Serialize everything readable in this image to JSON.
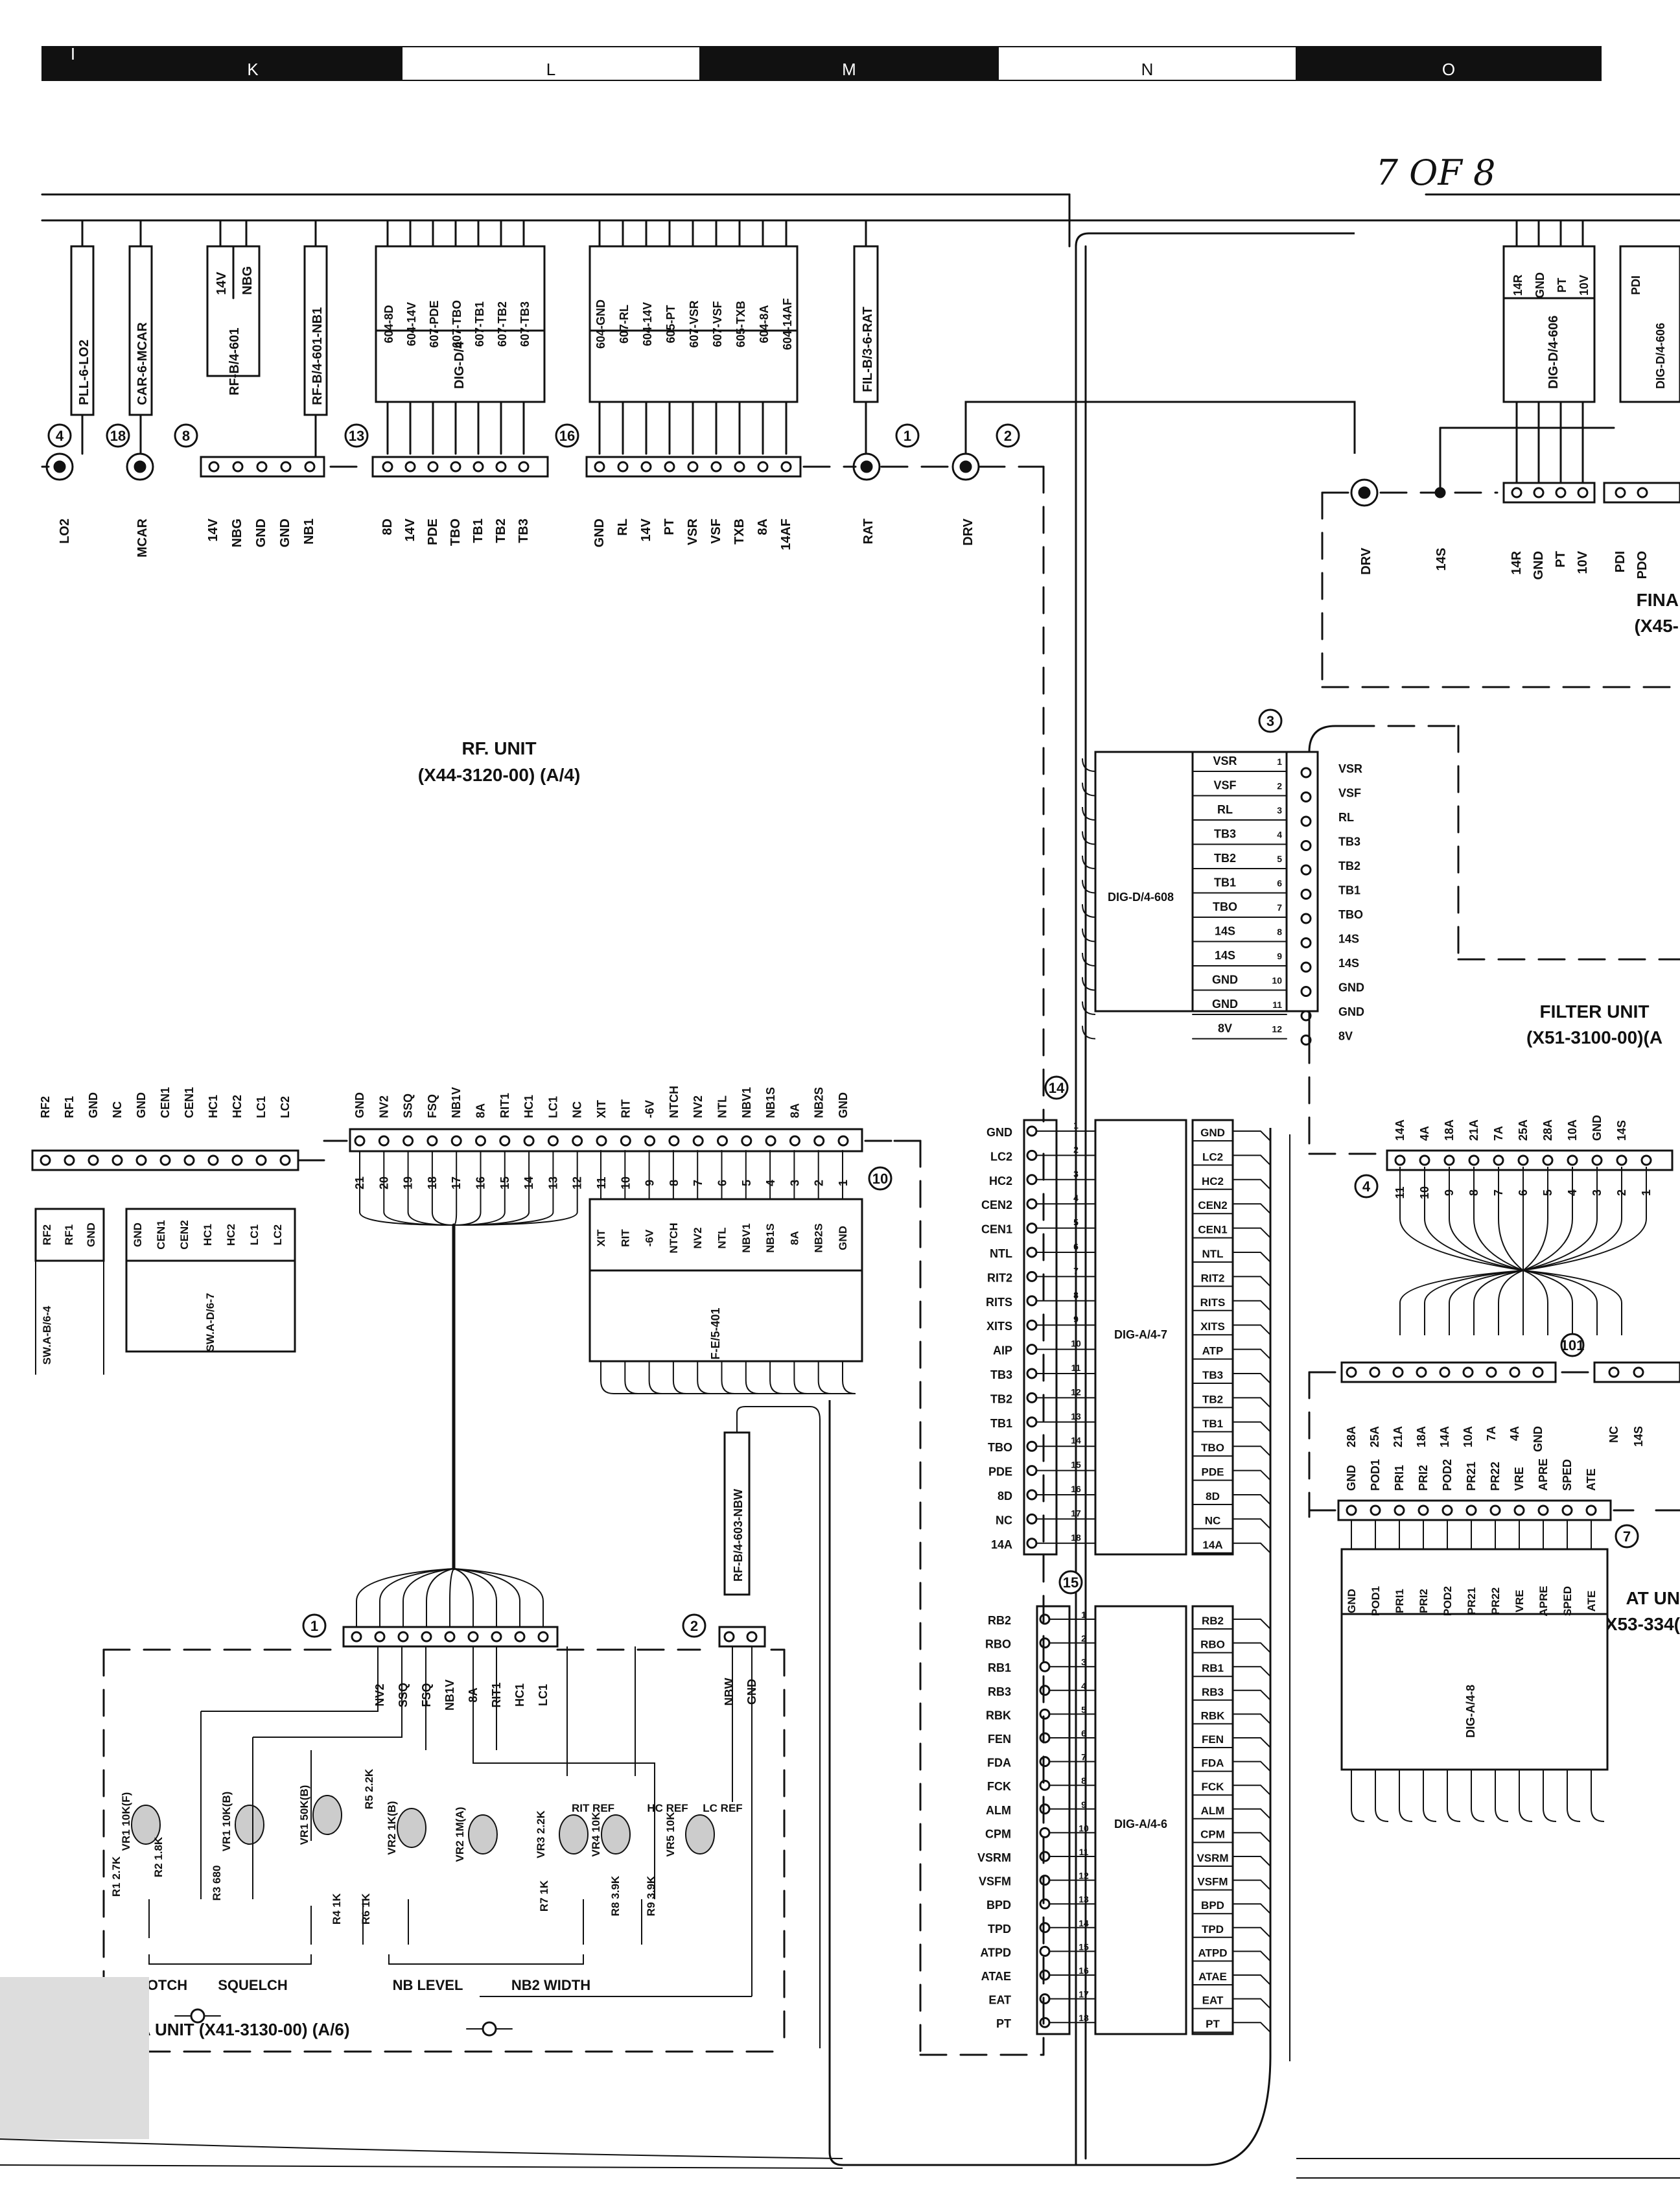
{
  "header": {
    "zones": [
      "I",
      "K",
      "L",
      "M",
      "N",
      "O"
    ],
    "page_note": "7 OF 8"
  },
  "units": {
    "rf_unit": {
      "name": "RF. UNIT",
      "part": "(X44-3120-00) (A/4)"
    },
    "filter_unit": {
      "name": "FILTER UNIT",
      "part": "(X51-3100-00)(A"
    },
    "final_unit": {
      "name": "FINA",
      "part": "(X45-"
    },
    "at_unit": {
      "name": "AT UN",
      "part": "(X53-334("
    },
    "swa_unit": {
      "name": "SW. A UNIT (X41-3130-00) (A/6)"
    }
  },
  "top_connectors": {
    "c4": {
      "num": "4",
      "cable": "PLL-6-LO2",
      "pins": [
        "LO2"
      ]
    },
    "c18": {
      "num": "18",
      "cable": "CAR-6-MCAR",
      "pins": [
        "MCAR"
      ]
    },
    "c8": {
      "num": "8",
      "cable": "RF-B/4-601",
      "box": [
        "14V",
        "NBG"
      ],
      "cable2": "RF-B/4-601-NB1",
      "pins": [
        "14V",
        "NBG",
        "GND",
        "GND",
        "NB1"
      ]
    },
    "c13": {
      "num": "13",
      "cable": "DIG-D/4",
      "box": [
        "604-8D",
        "604-14V",
        "607-PDE",
        "607-TBO",
        "607-TB1",
        "607-TB2",
        "607-TB3"
      ],
      "pins": [
        "8D",
        "14V",
        "PDE",
        "TBO",
        "TB1",
        "TB2",
        "TB3"
      ]
    },
    "c16": {
      "num": "16",
      "cable": "DIG-D/4",
      "box": [
        "604-GND",
        "607-RL",
        "604-14V",
        "605-PT",
        "607-VSR",
        "607-VSF",
        "605-TXB",
        "604-8A",
        "604-14AF"
      ],
      "pins": [
        "GND",
        "RL",
        "14V",
        "PT",
        "VSR",
        "VSF",
        "TXB",
        "8A",
        "14AF"
      ]
    },
    "c1": {
      "num": "1",
      "cable": "FIL-B/3-6-RAT",
      "pins": [
        "RAT"
      ]
    },
    "c2": {
      "num": "2",
      "pins": [
        "DRV"
      ]
    }
  },
  "right_top": {
    "drv": "DRV",
    "v14s": "14S",
    "cable": "DIG-D/4-606",
    "box": [
      "14R",
      "GND",
      "PT",
      "10V"
    ],
    "pins": [
      "14R",
      "GND",
      "PT",
      "10V",
      "PDI",
      "PDO"
    ],
    "box2": [
      "PDI"
    ],
    "cable2": "DIG-D/4-606"
  },
  "filter_conn3": {
    "num": "3",
    "cable": "DIG-D/4-608",
    "signals": [
      "VSR",
      "VSF",
      "RL",
      "TB3",
      "TB2",
      "TB1",
      "TBO",
      "14S",
      "14S",
      "GND",
      "GND",
      "8V"
    ]
  },
  "conn14": {
    "num": "14",
    "cable": "DIG-A/4-7",
    "signals": [
      "GND",
      "LC2",
      "HC2",
      "CEN2",
      "CEN1",
      "NTL",
      "RIT2",
      "RITS",
      "XITS",
      "AIP",
      "TB3",
      "TB2",
      "TB1",
      "TBO",
      "PDE",
      "8D",
      "NC",
      "14A"
    ],
    "right": [
      "GND",
      "LC2",
      "HC2",
      "CEN2",
      "CEN1",
      "NTL",
      "RIT2",
      "RITS",
      "XITS",
      "ATP",
      "TB3",
      "TB2",
      "TB1",
      "TBO",
      "PDE",
      "8D",
      "NC",
      "14A"
    ]
  },
  "conn15": {
    "num": "15",
    "cable": "DIG-A/4-6",
    "signals": [
      "RB2",
      "RBO",
      "RB1",
      "RB3",
      "RBK",
      "FEN",
      "FDA",
      "FCK",
      "ALM",
      "CPM",
      "VSRM",
      "VSFM",
      "BPD",
      "TPD",
      "ATPD",
      "ATAE",
      "EAT",
      "PT"
    ]
  },
  "conn10": {
    "num": "10",
    "top": [
      "GND",
      "NV2",
      "SSQ",
      "FSQ",
      "NB1V",
      "8A",
      "RIT1",
      "HC1",
      "LC1",
      "NC",
      "XIT",
      "RIT",
      "-6V",
      "NTCH",
      "NV2",
      "NTL",
      "NBV1",
      "NB1S",
      "8A",
      "NB2S",
      "GND"
    ],
    "nums": [
      "21",
      "20",
      "19",
      "18",
      "17",
      "16",
      "15",
      "14",
      "13",
      "12",
      "11",
      "10",
      "9",
      "8",
      "7",
      "6",
      "5",
      "4",
      "3",
      "2",
      "1"
    ],
    "cable": "IF-E/5-401",
    "box": [
      "XIT",
      "RIT",
      "-6V",
      "NTCH",
      "NV2",
      "NTL",
      "NBV1",
      "NB1S",
      "8A",
      "NB2S",
      "GND"
    ]
  },
  "left_conn": {
    "top": [
      "RF2",
      "RF1",
      "GND",
      "NC",
      "GND",
      "CEN1",
      "CEN1",
      "HC1",
      "HC2",
      "LC1",
      "LC2"
    ],
    "box1": [
      "RF2",
      "RF1",
      "GND"
    ],
    "cable1": "SW.A-B/6-4",
    "box2": [
      "GND",
      "CEN1",
      "CEN2",
      "HC1",
      "HC2",
      "LC1",
      "LC2"
    ],
    "cable2": "SW.A-D/6-7"
  },
  "conn4_right": {
    "num": "4",
    "top": [
      "14A",
      "4A",
      "18A",
      "21A",
      "7A",
      "25A",
      "28A",
      "10A",
      "GND",
      "14S"
    ],
    "nums": [
      "11",
      "10",
      "9",
      "8",
      "7",
      "6",
      "5",
      "4",
      "3",
      "2",
      "1"
    ]
  },
  "conn101": {
    "num": "101",
    "pins": [
      "28A",
      "25A",
      "21A",
      "18A",
      "14A",
      "10A",
      "7A",
      "4A",
      "GND",
      "NC",
      "14S"
    ]
  },
  "conn7": {
    "num": "7",
    "top": [
      "GND",
      "POD1",
      "PRI1",
      "PRI2",
      "POD2",
      "PR21",
      "PR22",
      "VRE",
      "APRE",
      "SPED",
      "ATE"
    ],
    "cable": "DIG-A/4-8"
  },
  "swa": {
    "c1": {
      "num": "1",
      "pins": [
        "NV2",
        "SSQ",
        "FSQ",
        "NB1V",
        "8A",
        "RIT1",
        "HC1",
        "LC1"
      ]
    },
    "c2": {
      "num": "2",
      "pins": [
        "NBW",
        "GND"
      ],
      "cable": "RF-B/4-603-NBW"
    },
    "refs": [
      "RIT REF",
      "HC REF",
      "LC REF"
    ],
    "components": [
      "VR1 10K(F)",
      "R2 1.8K",
      "R1 2.7K",
      "VR1 10K(B)",
      "VR1 50K(B)",
      "R3 680",
      "R4 1K",
      "R5 2.2K",
      "VR2 1K(B)",
      "R6 1K",
      "VR2 1M(A)",
      "VR3 2.2K",
      "R7 1K",
      "VR4 10K",
      "R8 3.9K",
      "VR5 10K",
      "R9 3.9K"
    ],
    "labels": [
      "NOTCH",
      "SQUELCH",
      "NB LEVEL",
      "NB2 WIDTH"
    ]
  }
}
